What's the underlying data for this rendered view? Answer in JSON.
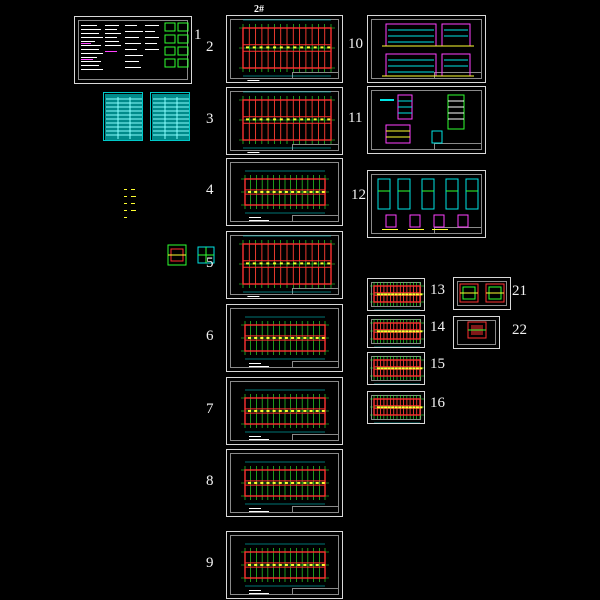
{
  "drawing": {
    "caption": "2#",
    "sheet_numbers": [
      "1",
      "2",
      "3",
      "4",
      "5",
      "6",
      "7",
      "8",
      "9",
      "10",
      "11",
      "12",
      "13",
      "14",
      "15",
      "16",
      "21",
      "22"
    ]
  },
  "colors": {
    "background": "#000000",
    "frame": "#d8d8d8",
    "wall": "#ff3030",
    "grid": "#30ff30",
    "cyan": "#00e5e5",
    "yellow": "#ffff30",
    "magenta": "#ff40ff",
    "white": "#ffffff"
  }
}
